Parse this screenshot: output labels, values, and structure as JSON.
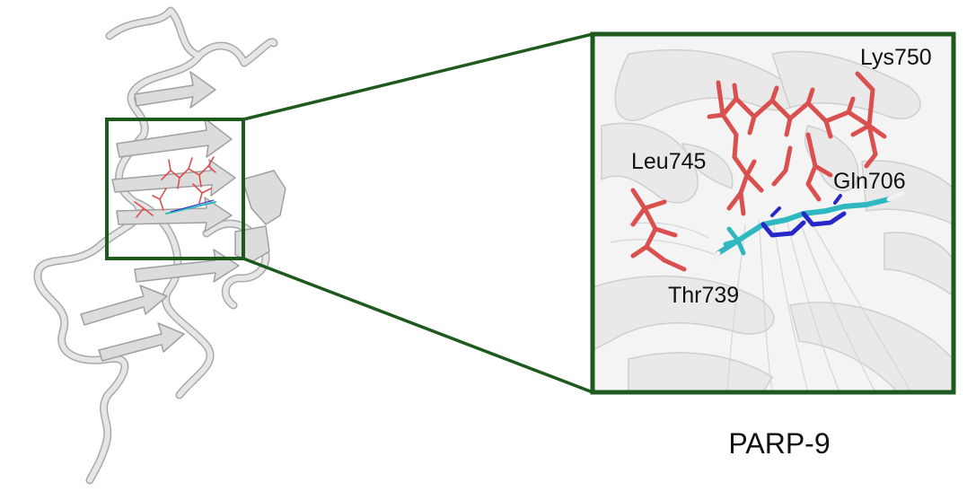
{
  "caption": "PARP-9",
  "residues": [
    {
      "name": "Lys750"
    },
    {
      "name": "Leu745"
    },
    {
      "name": "Gln706"
    },
    {
      "name": "Thr739"
    }
  ],
  "colors": {
    "frame": "#1e5a1e",
    "ribbon": "#d4d4d4",
    "ribbon_edge": "#a8a8a8",
    "residue": "#d9504f",
    "ligand_cyan": "#2fb8c0",
    "ligand_blue": "#2828c8",
    "ligand_white": "#f2f2f2"
  }
}
